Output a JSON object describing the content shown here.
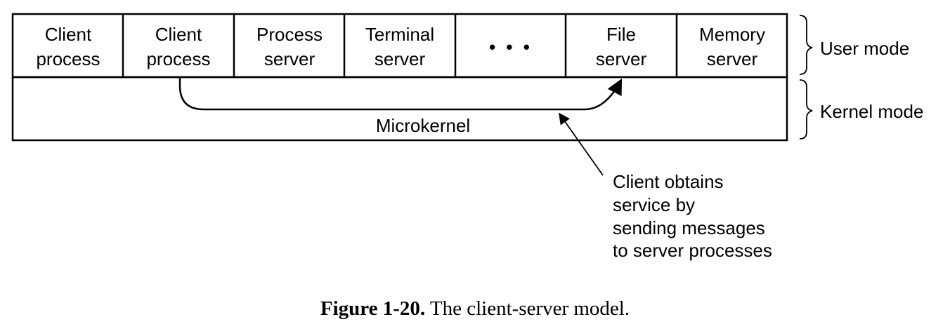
{
  "user_boxes": [
    {
      "line1": "Client",
      "line2": "process"
    },
    {
      "line1": "Client",
      "line2": "process"
    },
    {
      "line1": "Process",
      "line2": "server"
    },
    {
      "line1": "Terminal",
      "line2": "server"
    },
    {
      "line1": "• • •",
      "line2": ""
    },
    {
      "line1": "File",
      "line2": "server"
    },
    {
      "line1": "Memory",
      "line2": "server"
    }
  ],
  "kernel_label": "Microkernel",
  "mode_labels": {
    "user": "User mode",
    "kernel": "Kernel mode"
  },
  "annotation": [
    "Client obtains",
    "service by",
    "sending messages",
    "to server processes"
  ],
  "caption": {
    "label": "Figure 1-20.",
    "text": "The client-server model."
  }
}
